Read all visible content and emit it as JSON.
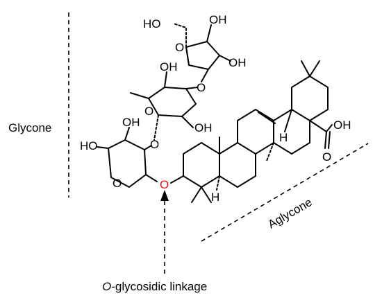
{
  "labels": {
    "glycone": "Glycone",
    "aglycone": "Aglycone",
    "linkage_prefix": "O",
    "linkage_rest": "-glycosidic linkage"
  },
  "atoms": {
    "ho_top": "HO",
    "oh_furanose_right": "OH",
    "oh_furanose_lower": "OH",
    "o_furanose_ring": "O",
    "oh_rhamnose_top": "OH",
    "o_rhamnose_link": "O",
    "o_rhamnose_ring": "O",
    "oh_rhamnose_right": "OH",
    "oh_xylose_top": "OH",
    "ho_xylose_left": "HO",
    "o_xylose_link": "O",
    "o_xylose_ring": "O",
    "o_glycosidic": "O",
    "h_ring_c": "H",
    "h_ring_a": "H",
    "cooh": "OH",
    "carbonyl_o": "O"
  },
  "colors": {
    "linkage_highlight": "#e8141c",
    "ink": "#000000"
  }
}
